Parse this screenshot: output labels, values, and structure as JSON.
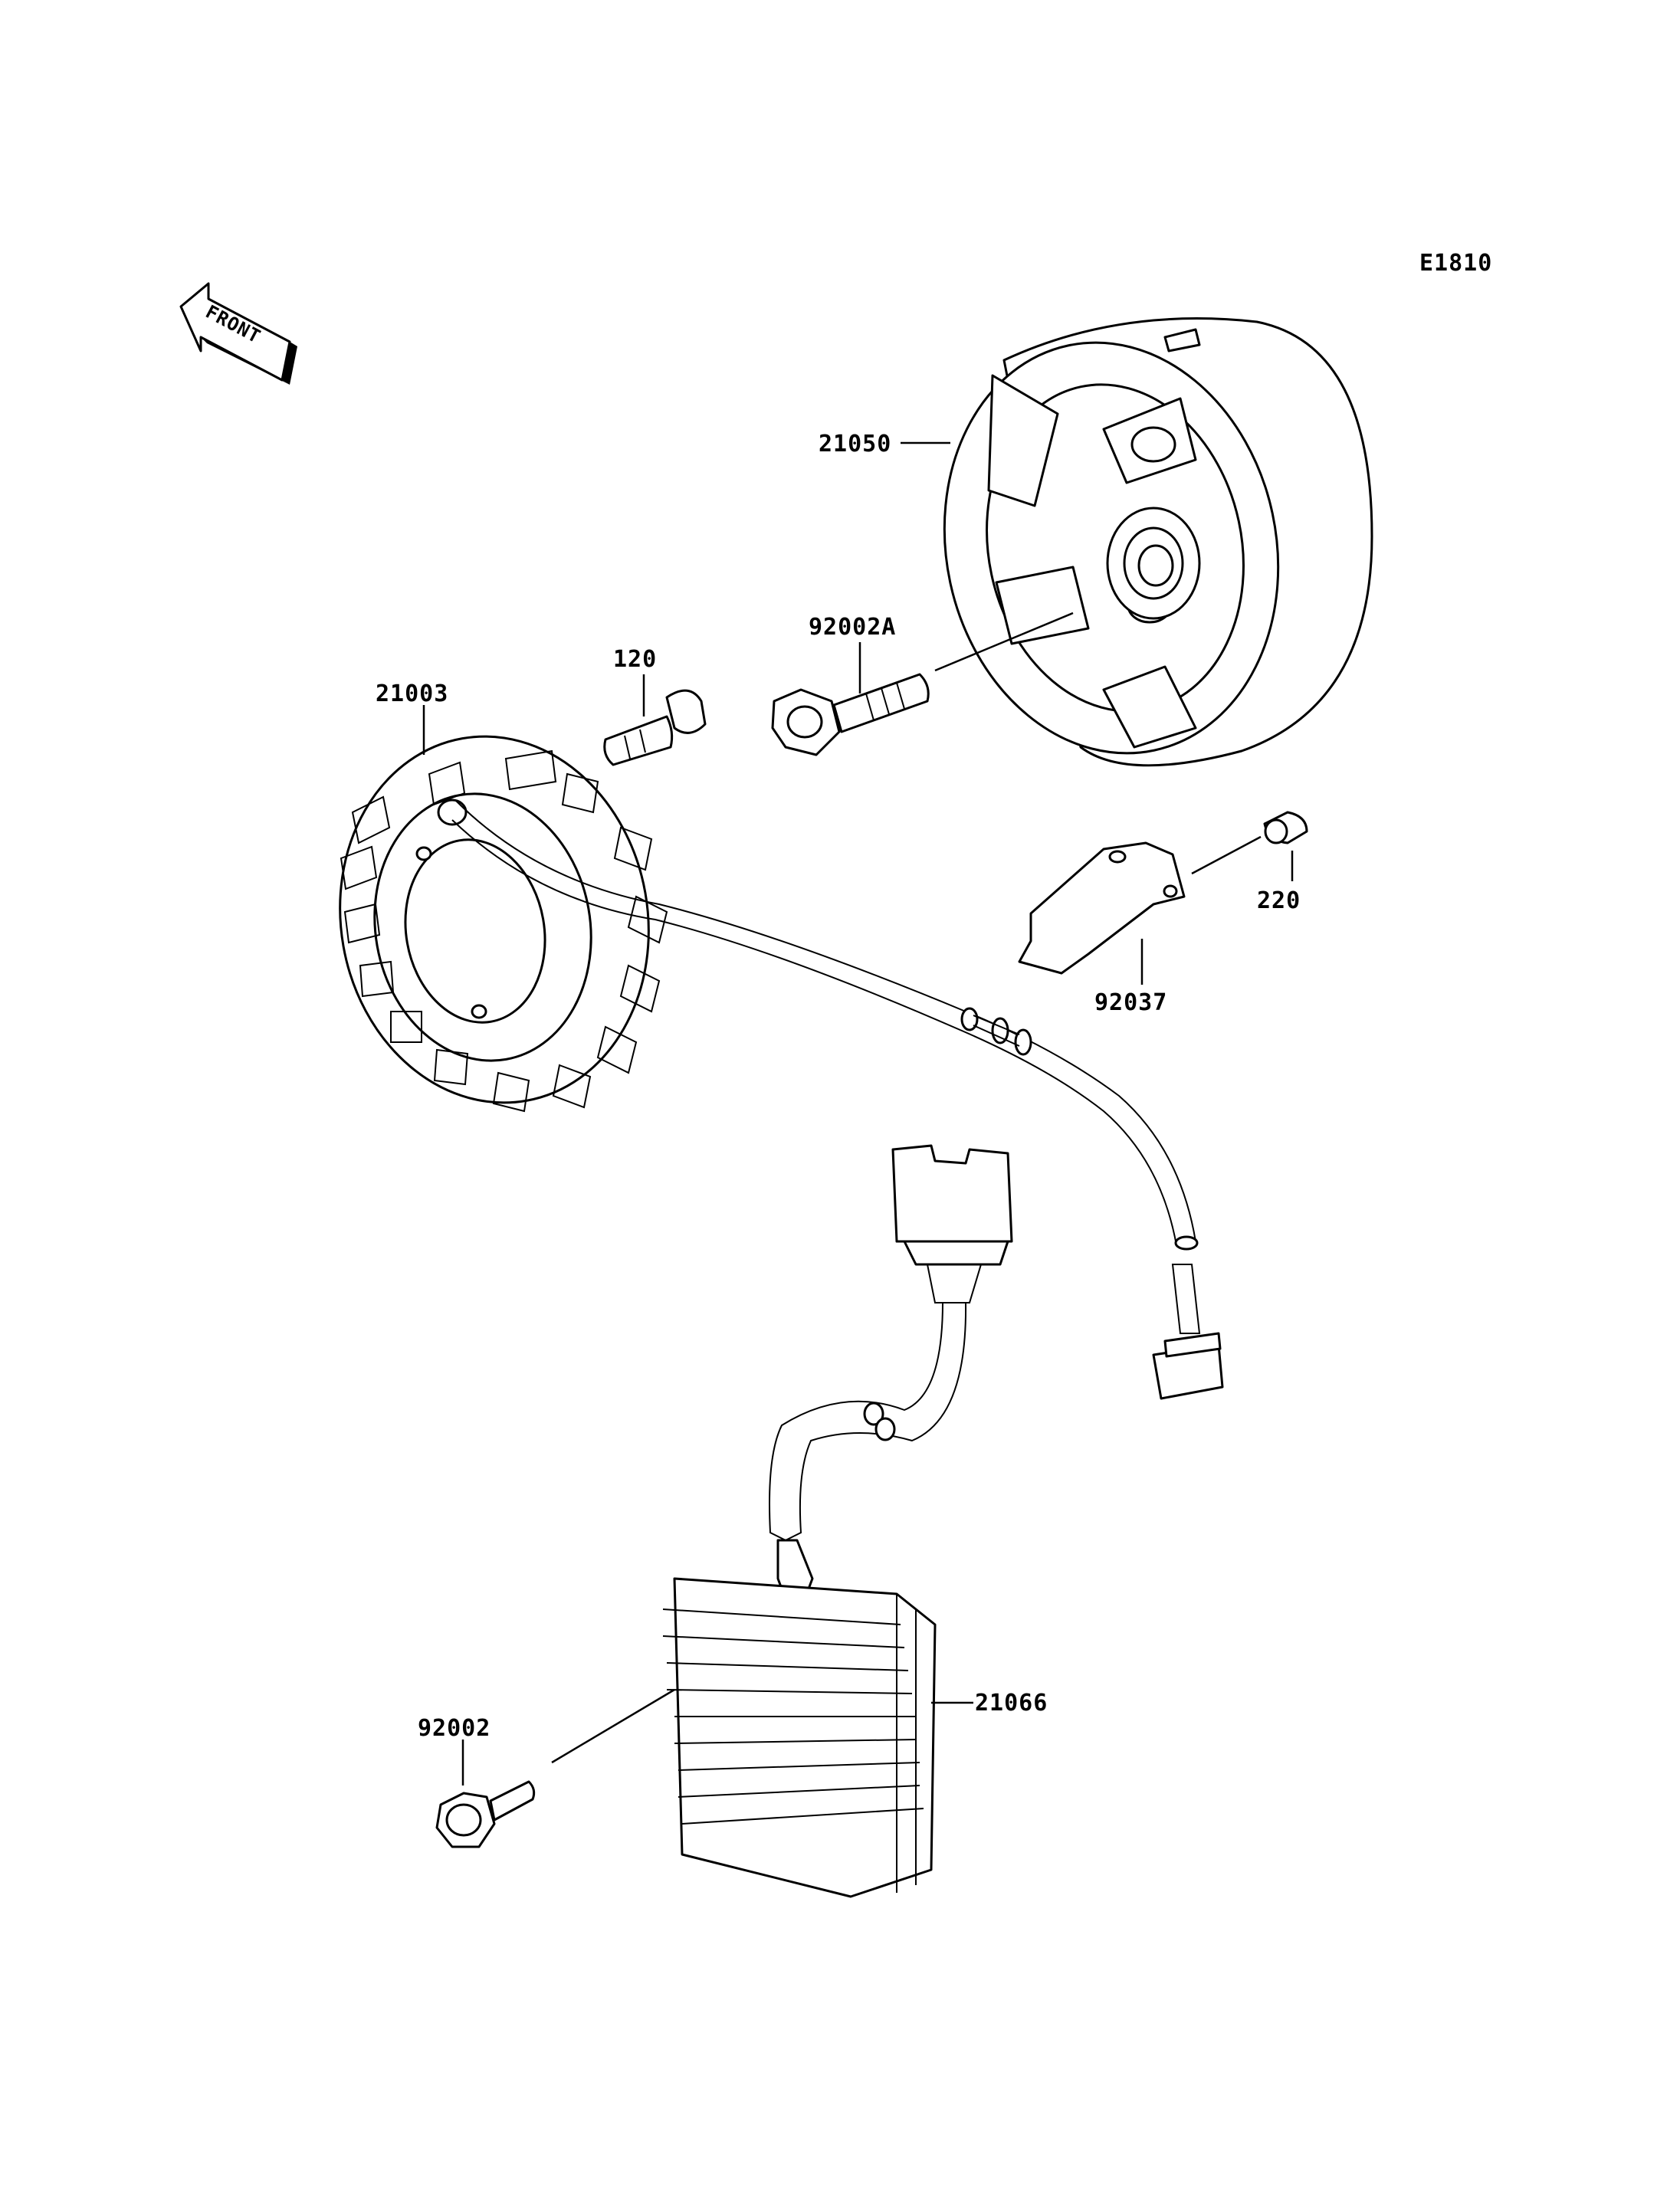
{
  "diagram": {
    "code": "E1810",
    "front_arrow_text": "FRONT",
    "parts": [
      {
        "id": "21050",
        "name": "flywheel-rotor"
      },
      {
        "id": "92002A",
        "name": "flywheel-bolt"
      },
      {
        "id": "120",
        "name": "stator-bolt"
      },
      {
        "id": "21003",
        "name": "stator"
      },
      {
        "id": "220",
        "name": "bracket-screw"
      },
      {
        "id": "92037",
        "name": "wire-clamp-bracket"
      },
      {
        "id": "21066",
        "name": "regulator-rectifier"
      },
      {
        "id": "92002",
        "name": "regulator-bolt"
      }
    ]
  }
}
